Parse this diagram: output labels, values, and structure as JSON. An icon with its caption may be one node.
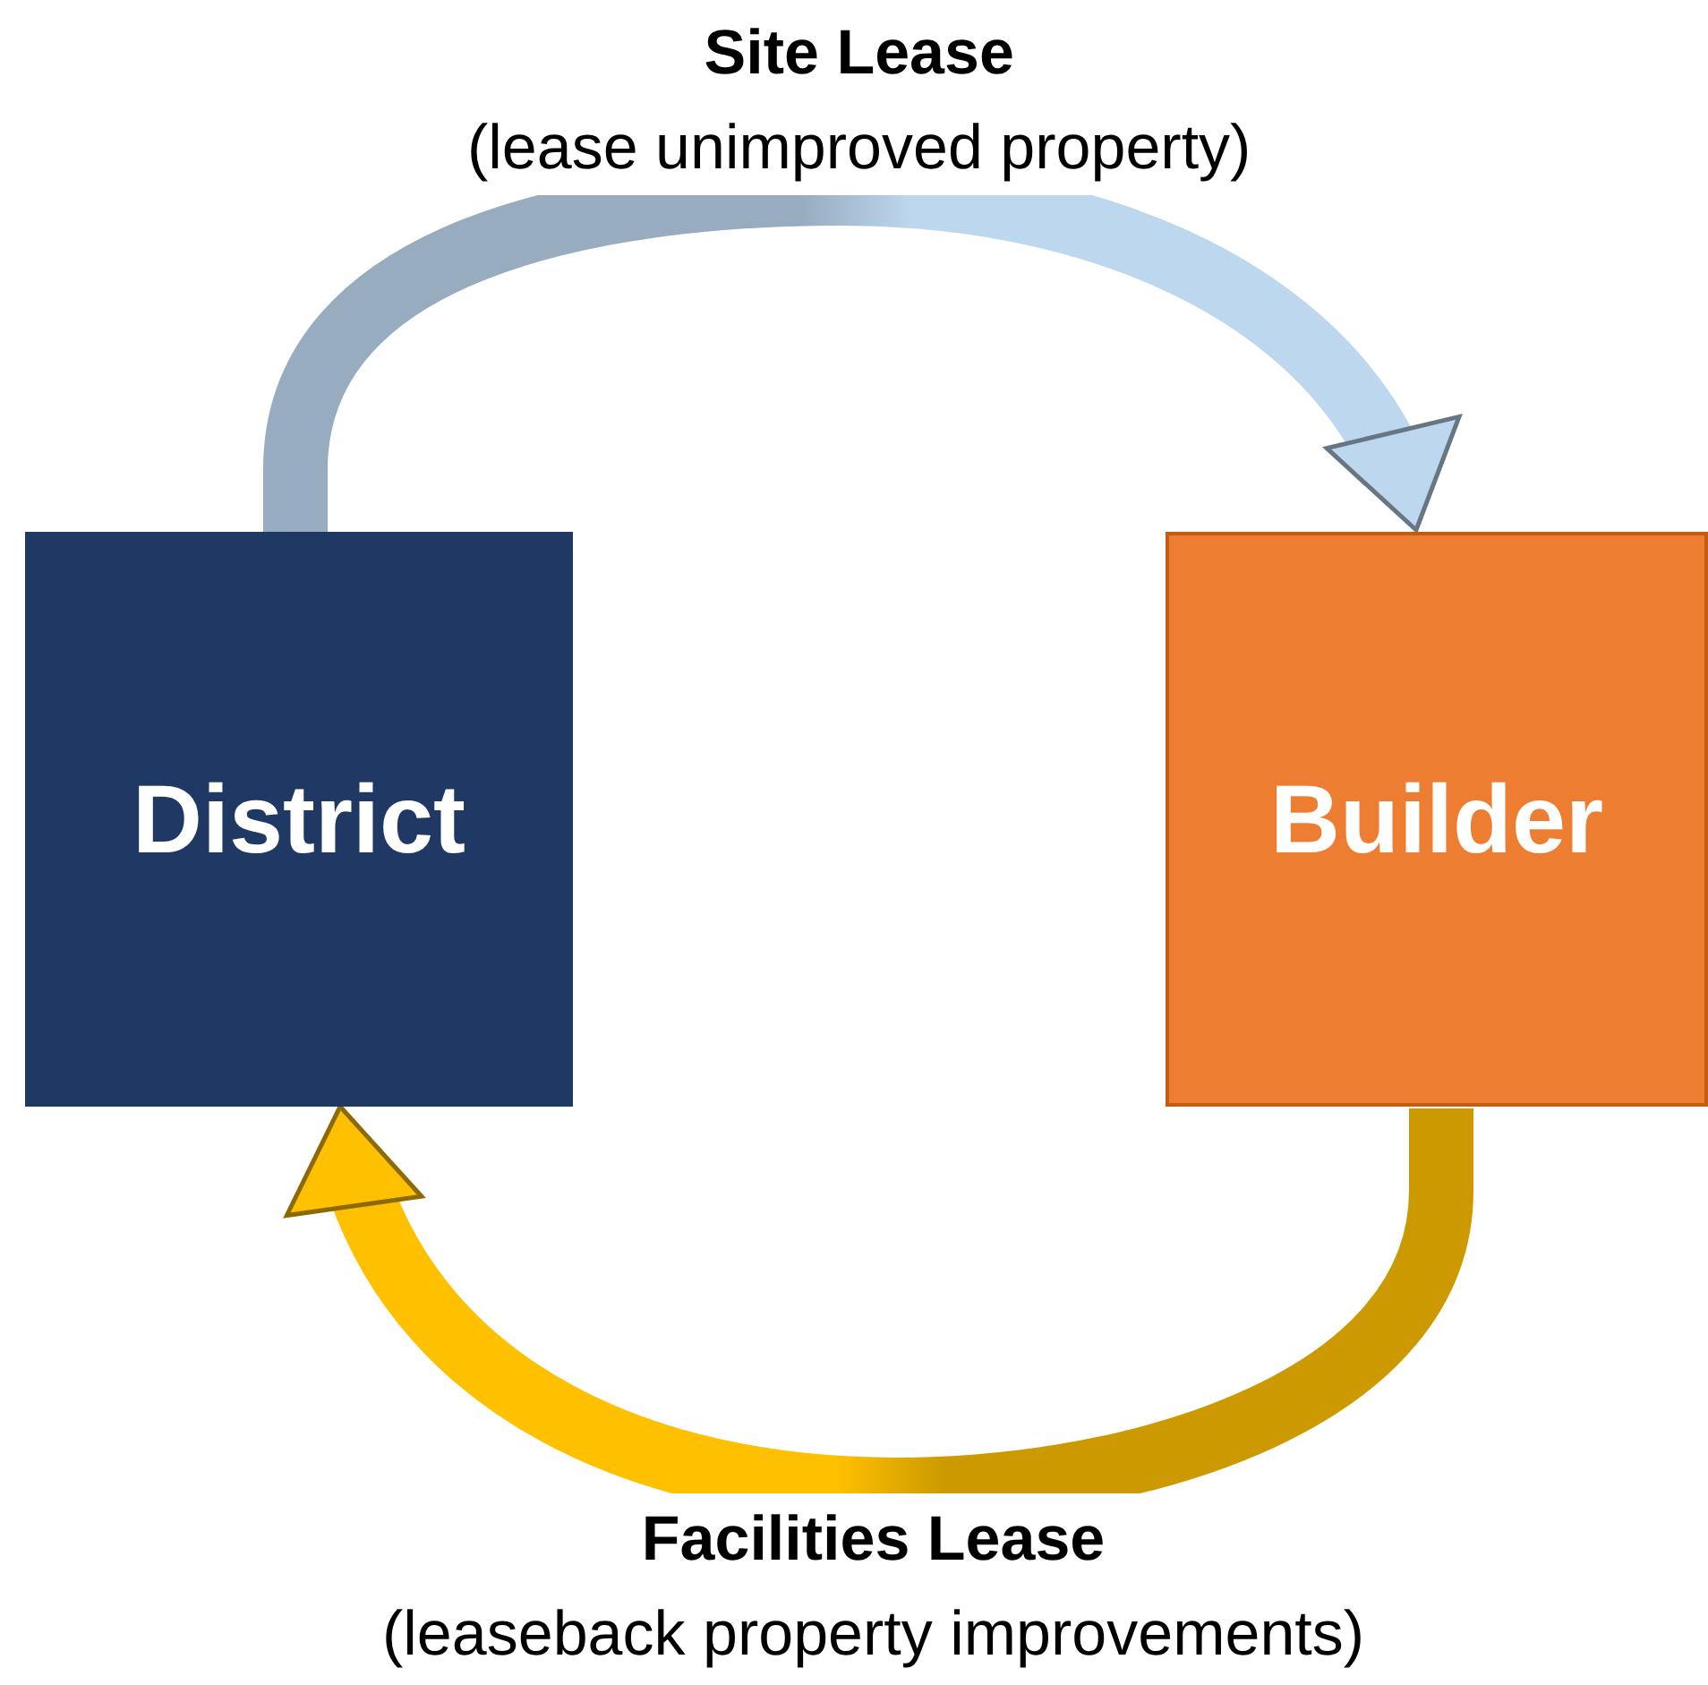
{
  "diagram": {
    "nodes": [
      {
        "text": [
          "District"
        ]
      },
      {
        "text": [
          "Builder"
        ]
      }
    ],
    "edges": [
      {
        "from": 0,
        "to": 1,
        "arrow": "to",
        "label": "**Site Lease** (lease unimproved property)",
        "color": "#bdd7ee"
      },
      {
        "from": 1,
        "to": 0,
        "arrow": "to",
        "label": "**Facilities Lease** (leaseback property improvements)",
        "color": "#ffc000"
      }
    ]
  }
}
